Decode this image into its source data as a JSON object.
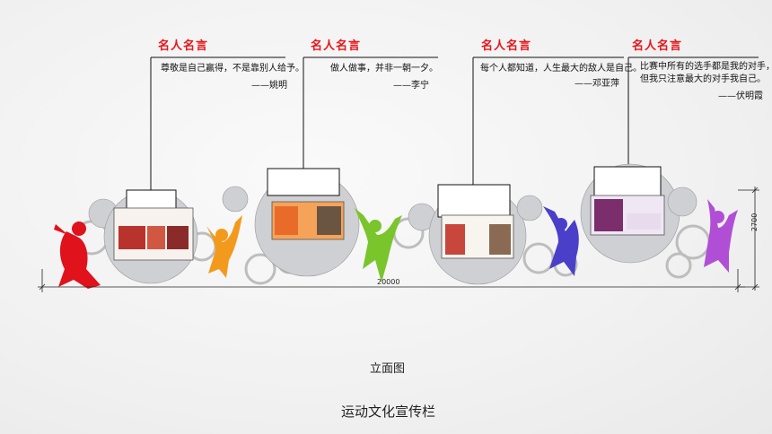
{
  "quotes": [
    {
      "title": "名人名言",
      "text": "尊敬是自己赢得，不是靠别人给予。",
      "author": "——姚明"
    },
    {
      "title": "名人名言",
      "text": "做人做事，并非一朝一夕。",
      "author": "——李宁"
    },
    {
      "title": "名人名言",
      "text": "每个人都知道，人生最大的敌人是自己。",
      "author": "——邓亚萍"
    },
    {
      "title": "名人名言",
      "text": "比赛中所有的选手都是我的对手，",
      "text2": "但我只注意最大的对手我自己。",
      "author": "——伏明霞"
    }
  ],
  "dimensions": {
    "width": "20000",
    "height": "2700"
  },
  "view_label": "立面图",
  "caption": "运动文化宣传栏",
  "colors": {
    "title_red": "#e8151b",
    "figure_red": "#e0121b",
    "figure_orange": "#f39a1c",
    "figure_green": "#7ac52b",
    "figure_blue": "#4a3fc8",
    "figure_purple": "#b04fd6"
  }
}
